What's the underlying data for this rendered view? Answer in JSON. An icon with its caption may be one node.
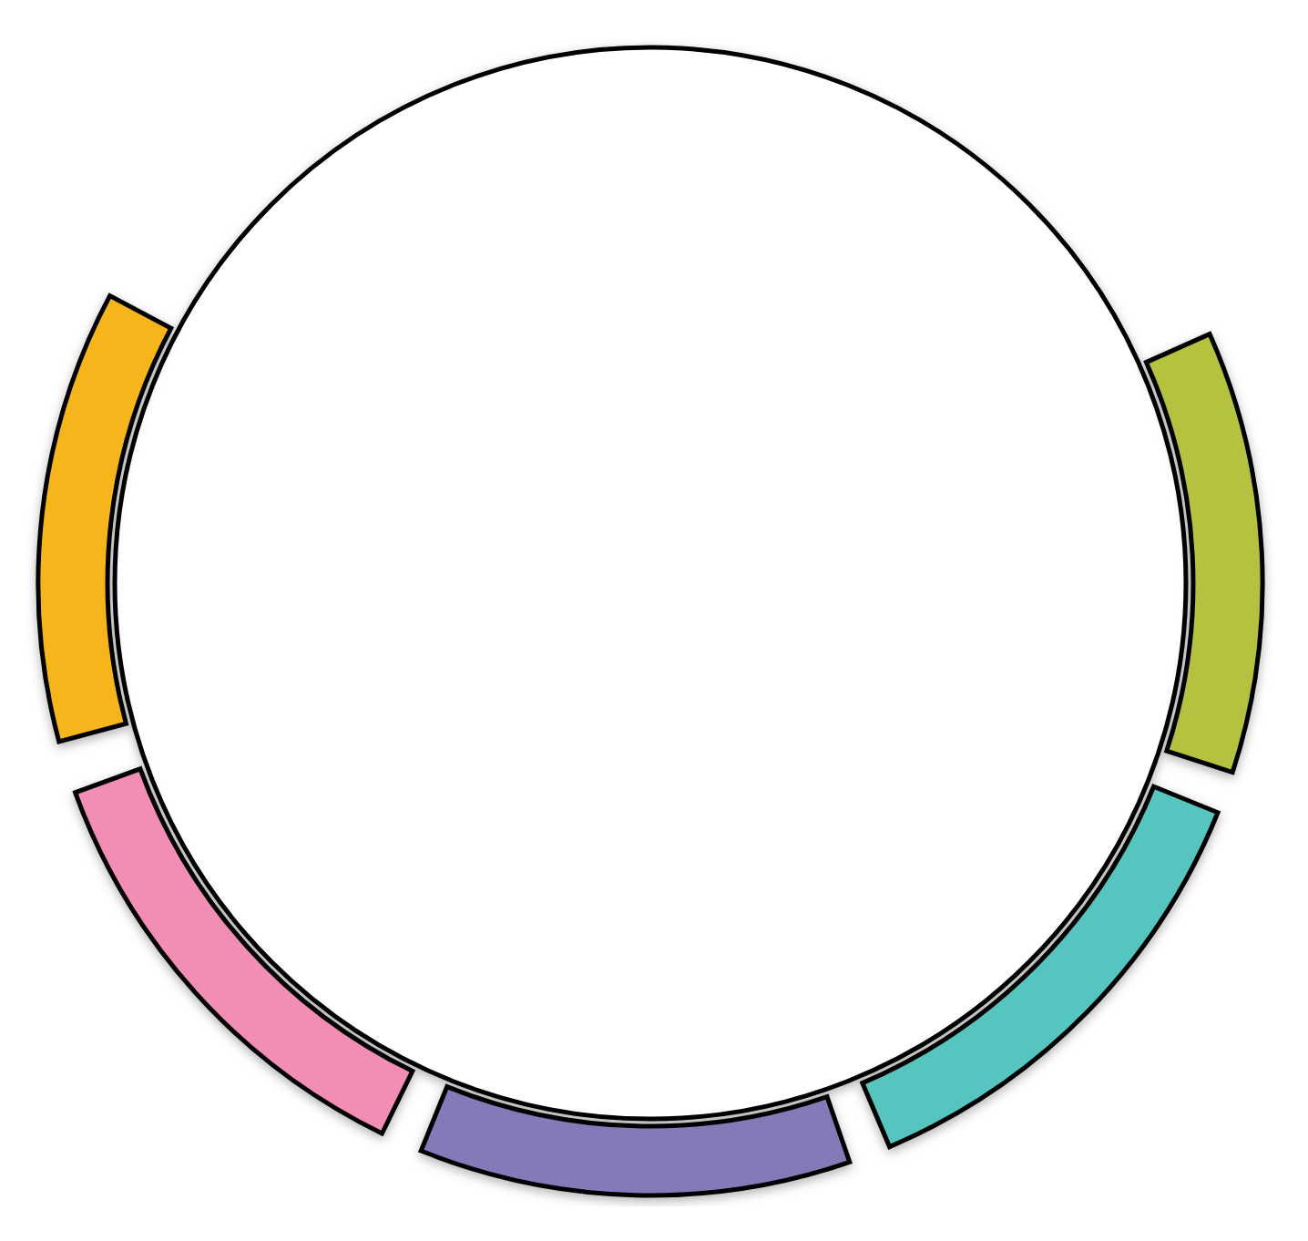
{
  "diagram": {
    "nodes": [
      {
        "text": [],
        "shape": "circle"
      },
      {
        "text": [],
        "shape": "band"
      },
      {
        "text": [],
        "shape": "band"
      },
      {
        "text": [],
        "shape": "band"
      },
      {
        "text": [],
        "shape": "band"
      },
      {
        "text": [],
        "shape": "band"
      }
    ]
  }
}
